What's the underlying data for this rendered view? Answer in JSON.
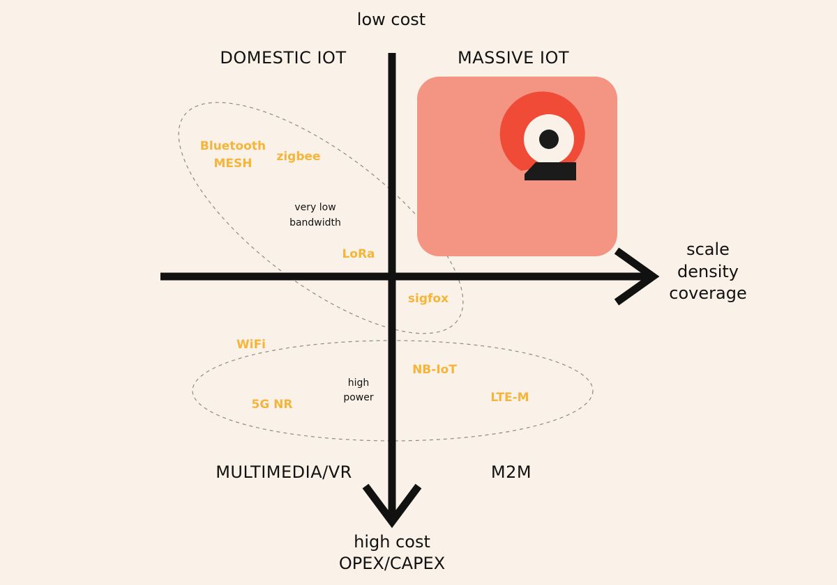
{
  "axes": {
    "top_label": "low cost",
    "right_label": [
      "scale",
      "density",
      "coverage"
    ],
    "bottom_label": [
      "high cost",
      "OPEX/CAPEX"
    ]
  },
  "quadrants": {
    "top_left": "DOMESTIC IOT",
    "top_right": "MASSIVE IOT",
    "bottom_left": "MULTIMEDIA/VR",
    "bottom_right": "M2M"
  },
  "technologies": {
    "bluetooth_mesh": [
      "Bluetooth",
      "MESH"
    ],
    "zigbee": "zigbee",
    "lora": "LoRa",
    "sigfox": "sigfox",
    "wifi": "WiFi",
    "nb_iot": "NB-IoT",
    "nr_5g": "5G NR",
    "lte_m": "LTE-M"
  },
  "notes": {
    "very_low_bandwidth": [
      "very low",
      "bandwidth"
    ],
    "high_power": [
      "high",
      "power"
    ]
  },
  "colors": {
    "background": "#faf2e8",
    "axis": "#111111",
    "tech_label": "#f5b43a",
    "massive_iot_box": "#f49483",
    "logo_red": "#ef4b36",
    "logo_cream": "#faf2e8",
    "logo_dark": "#1b1b1b",
    "dashed_cluster": "#8a8a8a"
  },
  "icons": {
    "logo": "brand-logo-icon"
  }
}
